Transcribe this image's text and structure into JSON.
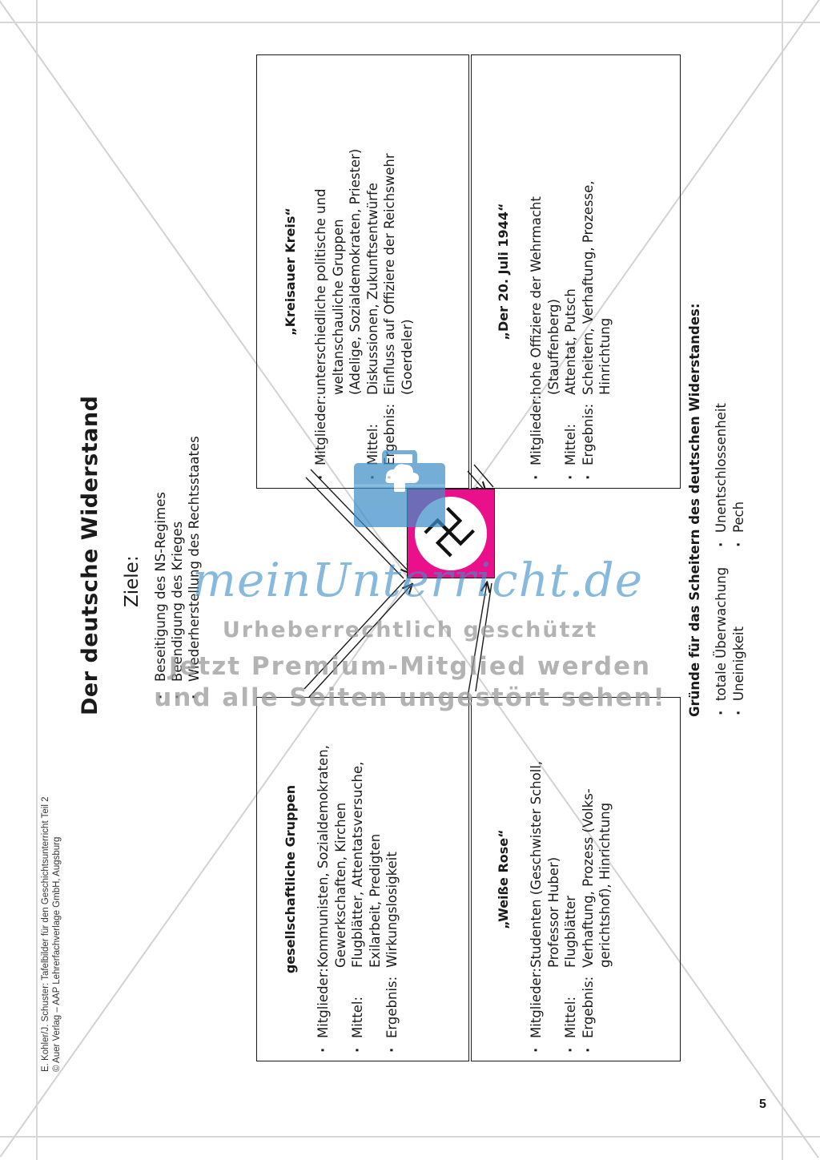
{
  "credit": {
    "line1": "E. Kohler/J. Schuster: Tafelbilder für den Geschichtsunterricht Teil 2",
    "line2": "© Auer Verlag – AAP Lehrerfachverlage GmbH, Augsburg"
  },
  "title": "Der deutsche Widerstand",
  "ziele": {
    "label": "Ziele:",
    "items": [
      "Beseitigung des NS-Regimes",
      "Beendigung des Krieges",
      "Wiederherstellung des Rechtsstaates"
    ]
  },
  "center_symbol": "卍",
  "boxes": {
    "gesellschaft": {
      "title": "gesellschaftliche Gruppen",
      "mitglieder_label": "Mitglieder:",
      "mitglieder": [
        "Kommunisten, Sozialdemokraten,",
        "Gewerkschaften, Kirchen"
      ],
      "mittel_label": "Mittel:",
      "mittel": [
        "Flugblätter, Attentatsversuche,",
        "Exilarbeit, Predigten"
      ],
      "ergebnis_label": "Ergebnis:",
      "ergebnis": [
        "Wirkungslosigkeit"
      ]
    },
    "kreisau": {
      "title": "„Kreisauer Kreis“",
      "mitglieder_label": "Mitglieder:",
      "mitglieder": [
        "unterschiedliche politische und",
        "weltanschauliche Gruppen",
        "(Adelige, Sozialdemokraten, Priester)"
      ],
      "mittel_label": "Mittel:",
      "mittel": [
        "Diskussionen, Zukunftsentwürfe"
      ],
      "ergebnis_label": "Ergebnis:",
      "ergebnis": [
        "Einfluss auf Offiziere der Reichswehr",
        "(Goerdeler)"
      ]
    },
    "weisse_rose": {
      "title": "„Weiße Rose“",
      "mitglieder_label": "Mitglieder:",
      "mitglieder": [
        "Studenten (Geschwister Scholl,",
        "Professor Huber)"
      ],
      "mittel_label": "Mittel:",
      "mittel": [
        "Flugblätter"
      ],
      "ergebnis_label": "Ergebnis:",
      "ergebnis": [
        "Verhaftung, Prozess (Volks-",
        "gerichtshof), Hinrichtung"
      ]
    },
    "juli": {
      "title": "„Der 20. Juli 1944“",
      "mitglieder_label": "Mitglieder:",
      "mitglieder": [
        "hohe Offiziere der Wehrmacht",
        "(Stauffenberg)"
      ],
      "mittel_label": "Mittel:",
      "mittel": [
        "Attentat, Putsch"
      ],
      "ergebnis_label": "Ergebnis:",
      "ergebnis": [
        "Scheitern, Verhaftung, Prozesse,",
        "Hinrichtung"
      ]
    }
  },
  "gruende": {
    "title": "Gründe für das Scheitern des deutschen Widerstandes:",
    "col1": [
      "totale Überwachung",
      "Uneinigkeit"
    ],
    "col2": [
      "Unentschlossenheit",
      "Pech"
    ]
  },
  "watermark": {
    "brand": "meinUnterricht.de",
    "line1": "Urheberrechtlich geschützt",
    "line2": "Jetzt Premium-Mitglied werden",
    "line3": "und alle Seiten ungestört sehen!"
  },
  "page_number": "5",
  "colors": {
    "center_fill": "#ea0f8a",
    "watermark_blue": "#3f8fc9",
    "watermark_gray": "#9a9a9a"
  }
}
